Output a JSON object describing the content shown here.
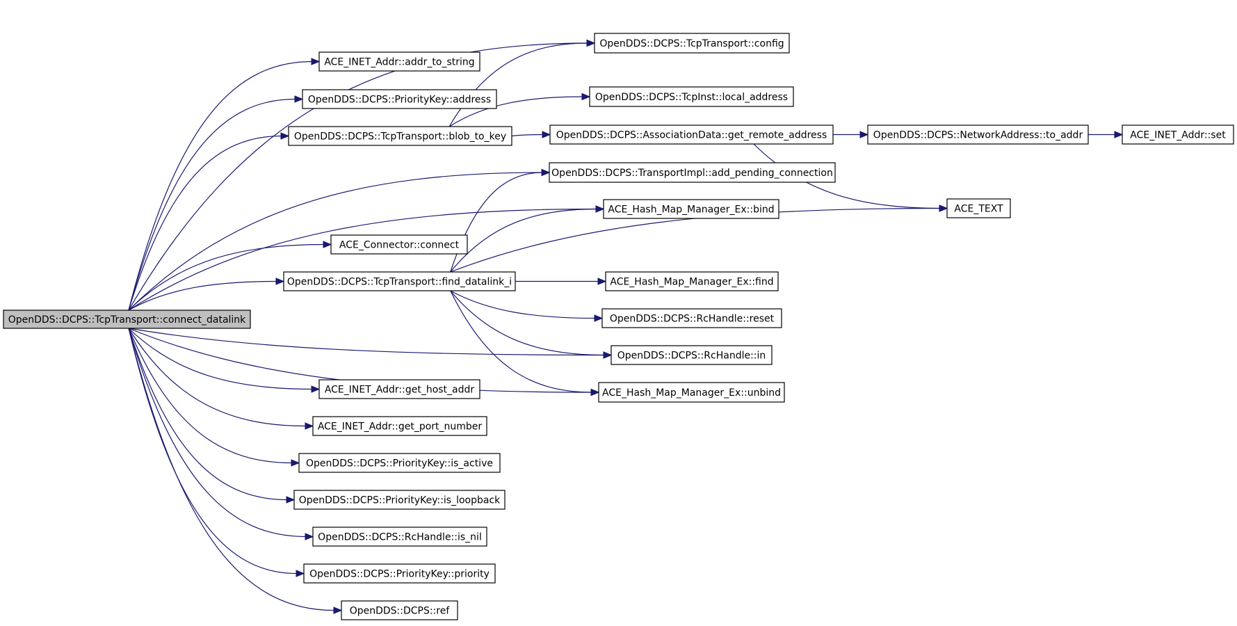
{
  "graph": {
    "edge_color": "#191970",
    "root_fill": "#bfbfbf",
    "nodes": [
      {
        "id": "root",
        "label": "OpenDDS::DCPS::TcpTransport::connect_datalink",
        "root": true
      },
      {
        "id": "cfg",
        "label": "OpenDDS::DCPS::TcpTransport::config"
      },
      {
        "id": "a2s",
        "label": "ACE_INET_Addr::addr_to_string"
      },
      {
        "id": "pka",
        "label": "OpenDDS::DCPS::PriorityKey::address"
      },
      {
        "id": "la",
        "label": "OpenDDS::DCPS::TcpInst::local_address"
      },
      {
        "id": "b2k",
        "label": "OpenDDS::DCPS::TcpTransport::blob_to_key"
      },
      {
        "id": "grm",
        "label": "OpenDDS::DCPS::AssociationData::get_remote_address"
      },
      {
        "id": "toa",
        "label": "OpenDDS::DCPS::NetworkAddress::to_addr"
      },
      {
        "id": "aset",
        "label": "ACE_INET_Addr::set"
      },
      {
        "id": "apc",
        "label": "OpenDDS::DCPS::TransportImpl::add_pending_connection"
      },
      {
        "id": "bind",
        "label": "ACE_Hash_Map_Manager_Ex::bind"
      },
      {
        "id": "txt",
        "label": "ACE_TEXT"
      },
      {
        "id": "conn",
        "label": "ACE_Connector::connect"
      },
      {
        "id": "fdl",
        "label": "OpenDDS::DCPS::TcpTransport::find_datalink_i"
      },
      {
        "id": "find",
        "label": "ACE_Hash_Map_Manager_Ex::find"
      },
      {
        "id": "reset",
        "label": "OpenDDS::DCPS::RcHandle::reset"
      },
      {
        "id": "in",
        "label": "OpenDDS::DCPS::RcHandle::in"
      },
      {
        "id": "unb",
        "label": "ACE_Hash_Map_Manager_Ex::unbind"
      },
      {
        "id": "gha",
        "label": "ACE_INET_Addr::get_host_addr"
      },
      {
        "id": "gpn",
        "label": "ACE_INET_Addr::get_port_number"
      },
      {
        "id": "act",
        "label": "OpenDDS::DCPS::PriorityKey::is_active"
      },
      {
        "id": "loop",
        "label": "OpenDDS::DCPS::PriorityKey::is_loopback"
      },
      {
        "id": "nil",
        "label": "OpenDDS::DCPS::RcHandle::is_nil"
      },
      {
        "id": "prio",
        "label": "OpenDDS::DCPS::PriorityKey::priority"
      },
      {
        "id": "ref",
        "label": "OpenDDS::DCPS::ref"
      }
    ],
    "edges": [
      {
        "from": "root",
        "to": "cfg"
      },
      {
        "from": "root",
        "to": "a2s"
      },
      {
        "from": "root",
        "to": "pka"
      },
      {
        "from": "root",
        "to": "b2k"
      },
      {
        "from": "root",
        "to": "apc"
      },
      {
        "from": "root",
        "to": "bind"
      },
      {
        "from": "root",
        "to": "conn"
      },
      {
        "from": "root",
        "to": "fdl"
      },
      {
        "from": "root",
        "to": "in"
      },
      {
        "from": "root",
        "to": "unb"
      },
      {
        "from": "root",
        "to": "gha"
      },
      {
        "from": "root",
        "to": "gpn"
      },
      {
        "from": "root",
        "to": "act"
      },
      {
        "from": "root",
        "to": "loop"
      },
      {
        "from": "root",
        "to": "nil"
      },
      {
        "from": "root",
        "to": "prio"
      },
      {
        "from": "root",
        "to": "ref"
      },
      {
        "from": "b2k",
        "to": "cfg"
      },
      {
        "from": "b2k",
        "to": "la"
      },
      {
        "from": "b2k",
        "to": "grm"
      },
      {
        "from": "grm",
        "to": "toa"
      },
      {
        "from": "grm",
        "to": "txt"
      },
      {
        "from": "toa",
        "to": "aset"
      },
      {
        "from": "fdl",
        "to": "apc"
      },
      {
        "from": "fdl",
        "to": "bind"
      },
      {
        "from": "fdl",
        "to": "txt"
      },
      {
        "from": "fdl",
        "to": "find"
      },
      {
        "from": "fdl",
        "to": "reset"
      },
      {
        "from": "fdl",
        "to": "in"
      },
      {
        "from": "fdl",
        "to": "unb"
      }
    ]
  }
}
